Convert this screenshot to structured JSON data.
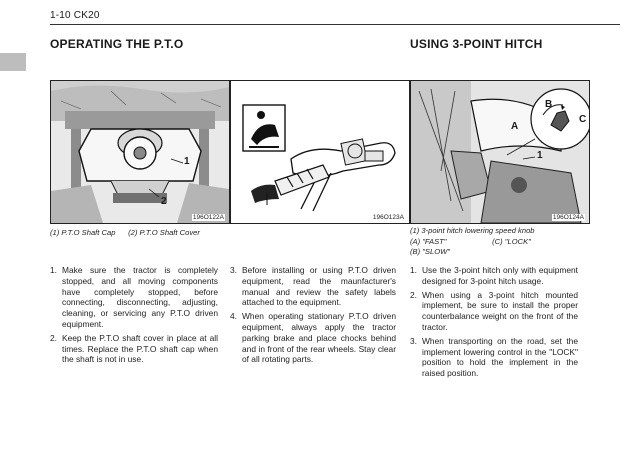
{
  "header": {
    "page_ref": "1-10  CK20"
  },
  "sections": {
    "left_title": "OPERATING THE P.T.O",
    "right_title": "USING 3-POINT HITCH"
  },
  "figures": {
    "fig1": {
      "code": "196O122A",
      "callouts": [
        "1",
        "2"
      ]
    },
    "fig2": {
      "code": "196O123A"
    },
    "fig3": {
      "code": "196O124A",
      "callouts": [
        "A",
        "B",
        "C",
        "1"
      ]
    }
  },
  "captions": {
    "fig1": [
      "(1)  P.T.O Shaft Cap",
      "(2)  P.T.O Shaft Cover"
    ],
    "fig3": {
      "line1": "(1)  3-point hitch lowering speed knob",
      "a": "(A)  \"FAST\"",
      "c": "(C)  \"LOCK\"",
      "b": "(B)  \"SLOW\""
    }
  },
  "instructions": {
    "col1": [
      {
        "num": "1.",
        "text": "Make sure the tractor is completely stopped, and all moving components have completely stopped, before connecting, disconnecting, adjusting, cleaning, or servicing any P.T.O driven equipment."
      },
      {
        "num": "2.",
        "text": "Keep the P.T.O shaft cover in place at all times. Replace the P.T.O shaft cap when the shaft is not in use."
      }
    ],
    "col2": [
      {
        "num": "3.",
        "text": "Before installing or using P.T.O driven equipment, read the maunfacturer's manual and review the safety labels attached to the equipment."
      },
      {
        "num": "4.",
        "text": "When operating stationary P.T.O driven equipment, always apply the tractor parking brake and place chocks behind and in front of the rear wheels. Stay clear of all rotating parts."
      }
    ],
    "col3": [
      {
        "num": "1.",
        "text": "Use the 3-point hitch only with equipment designed for 3-point hitch usage."
      },
      {
        "num": "2.",
        "text": "When using a 3-point hitch mounted implement, be sure to install the proper counterbalance weight on the front of the tractor."
      },
      {
        "num": "3.",
        "text": "When transporting on the road, set the implement lowering control in the \"LOCK\" position to hold the implement in the raised position."
      }
    ]
  }
}
